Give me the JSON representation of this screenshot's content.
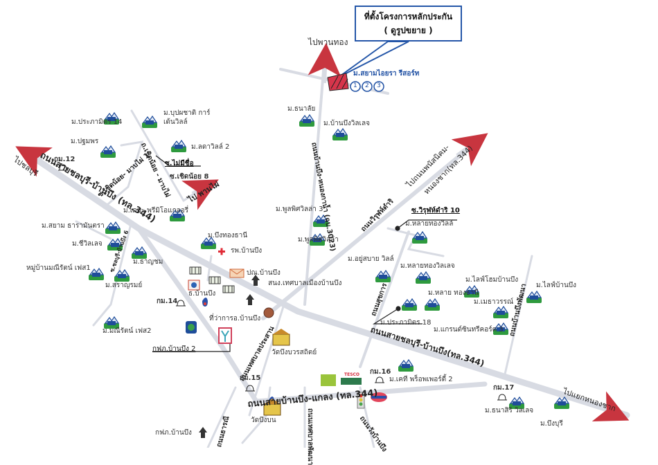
{
  "callout": {
    "title": "ที่ตั้งโครงการหลักประกัน",
    "subtitle": "( ดูรูปขยาย )"
  },
  "project": {
    "name": "ม.สยามไอยรา รีสอร์ท",
    "markers": [
      "1",
      "2",
      "3"
    ]
  },
  "directions": {
    "north": "ไปพานทอง",
    "west": "ไปชลบุรี",
    "northwest_small": "ไป พานไผ่",
    "northeast": "ไปถนนพนัสนิคม-หนองชาก(ทล.344)",
    "northeast_line1": "ไปถนนพนัสนิคม-",
    "northeast_line2": "หนองชาก(ทล.344)",
    "east": "ไปแยกหนองชาก"
  },
  "roads": {
    "main_upper_left": "ถนนสายชลบุรี-บ้านบึง (ทล.344)",
    "main_lower_right": "ถนนสายชลบุรี-บ้านบึง(ทล.344)",
    "banbueng_klaeng": "ถนนสายบ้านบึง-แกลง (ทล.344)",
    "banbueng_nongkhai": "ถนนบ้านบึง-หนองกาน้ำ (ฉบ.3023)",
    "wirun": "ถนนวิรุฬห์ดำริ",
    "soi_wirun": "ซ.วิรุฬห์ดำริ 10",
    "sukkharat": "ถนนสุขการ",
    "banbueng_pattana": "ถนนบ้านบึงพัฒนา",
    "thetsaban_prasan": "ถนนเทศบาลประสาน",
    "thetsaban_pattana": "ถนนเทศบาลพัฒนา",
    "uthai": "ถนนธารณี",
    "wang_banbueng": "ถนนวังบ้านบึง",
    "soi_noname": "ซ.ไม่มีชื่อ",
    "soi_choennoi8": "ซ.เชิดน้อย 8",
    "choennoi_hanghai": "ถ.เชิดน้อย - มาบไผ่",
    "soi_choennoi_mabphai1": "ซ.เชิดน้อย- มาบไผ่ 1",
    "soi_chonburi_banbueng6": "ซ.ชลบุรี-บ้านบึง 6"
  },
  "km_markers": [
    "กม.12",
    "กม.14",
    "กม.15",
    "กม.16",
    "กม.17"
  ],
  "villages": [
    "ม.ประภามิตร 14",
    "ม.ปฐมพร",
    "ม.บุปผชาติ การ์เด้นวิลล์",
    "ม.ลดาวิลล์ 2",
    "ม.เดอะ พรีมิโอแกลอรี่",
    "ม.สยาม ธารามันตรา",
    "ม.ชีวิลเลจ",
    "ม.ธาญชม",
    "หมู่บ้านมณีรัตน์ เฟส1",
    "ม.สราญรมย์",
    "ม.มณีรัตน์ เฟส2",
    "ม.บึงทองธานี",
    "ม.ธนาลัย",
    "ม.บ้านบึงวิลเลจ",
    "ม.พูลพิศวิลล่า 3",
    "ม.พูลพิศวิลล่า",
    "ม.หลายทองวิลล์",
    "ม.อยู่สบาย วิลล์",
    "ม.หลายทองวิลเลจ",
    "ม.หลาย ทองธานี",
    "ม.ประภามิตร 18",
    "ม.ไลฟ์โฮมบ้านบึง",
    "ม.ไลฟ์บ้านบึง",
    "ม.เมธาวรรณ์",
    "ม.แกรนด์ซินทรีคอร์ต 3",
    "ม.เคที พร็อพเพอร์ตี้ 2",
    "ม.ธนาสิริ วิลเลจ",
    "ม.บึงบุรี"
  ],
  "landmarks": {
    "hospital": "รพ.บ้านบึง",
    "post_office": "ปณ.บ้านบึง",
    "municipality": "สนง.เทศบาลเมืองบ้านบึง",
    "district_office": "ที่ว่าการอ.บ้านบึง",
    "bank": "ธ.บ้านบึง",
    "pea": "กฟภ.บ้านบึง 2",
    "temple_1": "วัดบึงบวรสถิตย์",
    "temple_2": "วัดบึงบน",
    "police": "กฟภ.บ้านบึง",
    "tesco": "TESCO Lotus"
  },
  "colors": {
    "road": "#d8dbe3",
    "arrow": "#c8353f",
    "callout_border": "#2456a8",
    "project_label": "#1e4fa3",
    "house_roof": "#1f4d9a",
    "house_ground": "#2e9a3e",
    "project_fill": "#d7354b"
  }
}
